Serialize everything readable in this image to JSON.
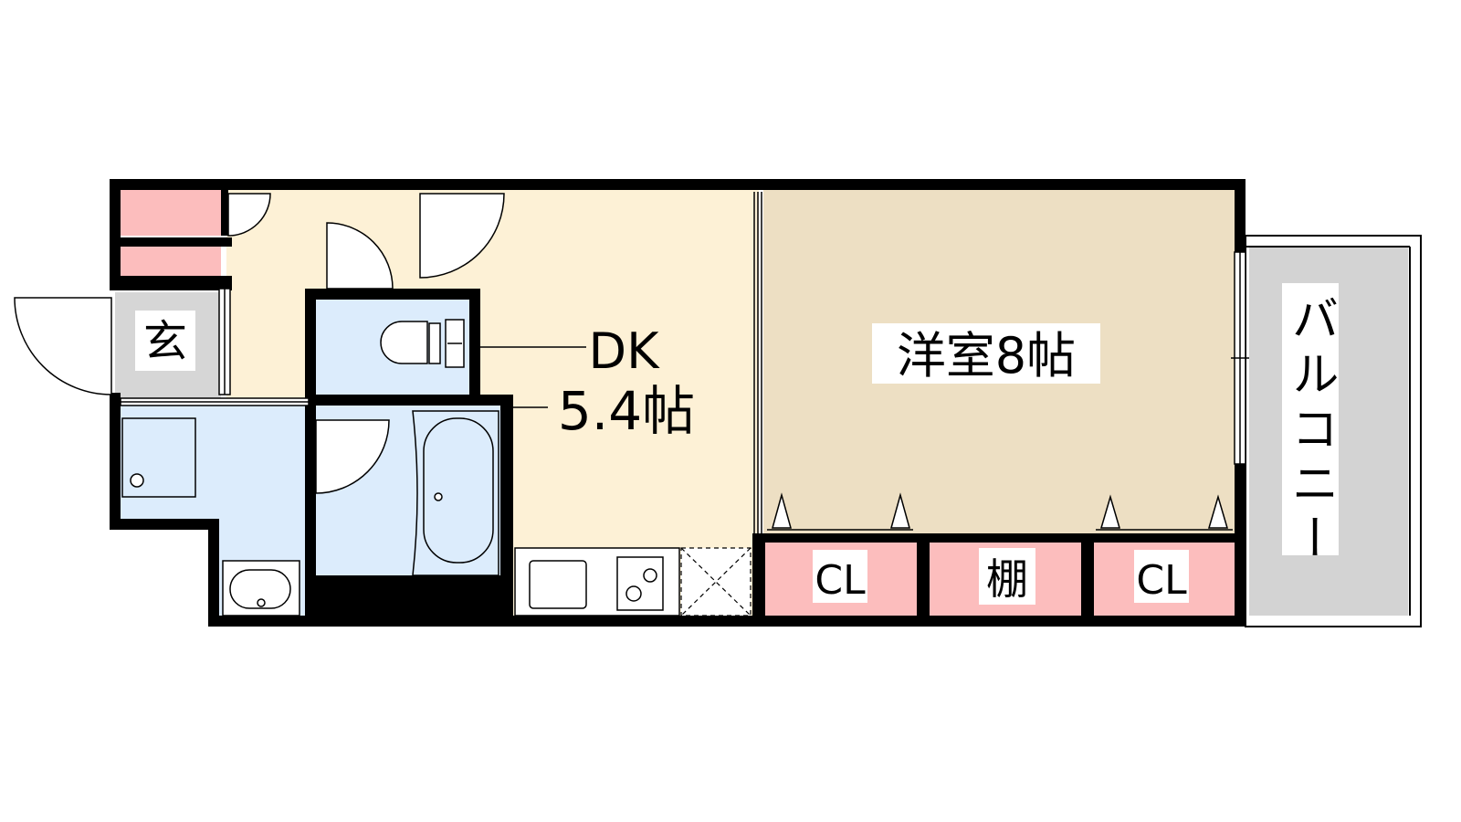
{
  "colors": {
    "wall": "#000000",
    "dk_floor": "#fdf1d6",
    "western_floor": "#eddfc3",
    "wet_area": "#dcecfc",
    "storage": "#fcbdbd",
    "entrance": "#d6d6d6",
    "balcony": "#d3d3d3"
  },
  "labels": {
    "entrance": "玄",
    "dk_name": "DK",
    "dk_size": "5.4帖",
    "western_room": "洋室8帖",
    "closet_left": "CL",
    "shelf": "棚",
    "closet_right": "CL",
    "balcony": "バルコニー"
  }
}
